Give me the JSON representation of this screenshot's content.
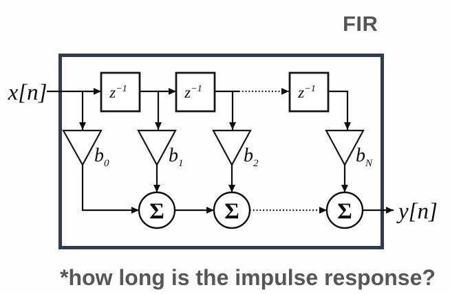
{
  "title": "FIR",
  "caption": "*how long is the impulse response?",
  "diagram": {
    "input_label": "x[n]",
    "output_label": "y[n]",
    "delay": {
      "base": "z",
      "sup": "−1"
    },
    "sum_label": "Σ",
    "coefficients": [
      {
        "base": "b",
        "sub": "0"
      },
      {
        "base": "b",
        "sub": "1"
      },
      {
        "base": "b",
        "sub": "2"
      },
      {
        "base": "b",
        "sub": "N"
      }
    ]
  },
  "colors": {
    "boundary_border": "#2f3b4f",
    "diagram_line": "#0d0d0d",
    "heading_text": "#525457",
    "caption_text": "#565656",
    "background": "#fefefe"
  }
}
